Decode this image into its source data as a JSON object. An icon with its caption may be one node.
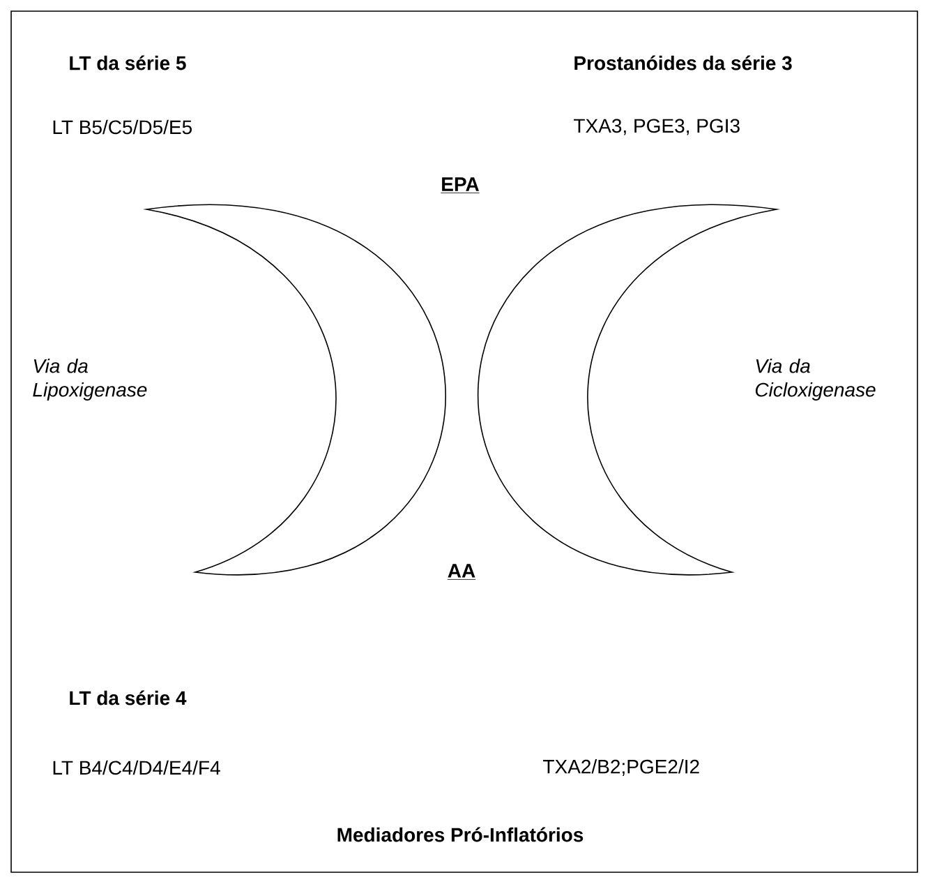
{
  "diagram": {
    "nodes": [
      {
        "text": [],
        "shape": "crescent"
      },
      {
        "text": [],
        "shape": "crescent"
      }
    ],
    "labels": [
      "LT da série 5",
      "Prostanóides da série 3",
      "LT B5/C5/D5/E5",
      "TXA3, PGE3, PGI3",
      "EPA",
      "Via da Lipoxigenase",
      "Via da Cicloxigenase",
      "AA",
      "LT da série 4",
      "LT B4/C4/D4/E4/F4",
      "TXA2/B2;PGE2/I2",
      "Mediadores Pró-Inflatórios"
    ]
  }
}
